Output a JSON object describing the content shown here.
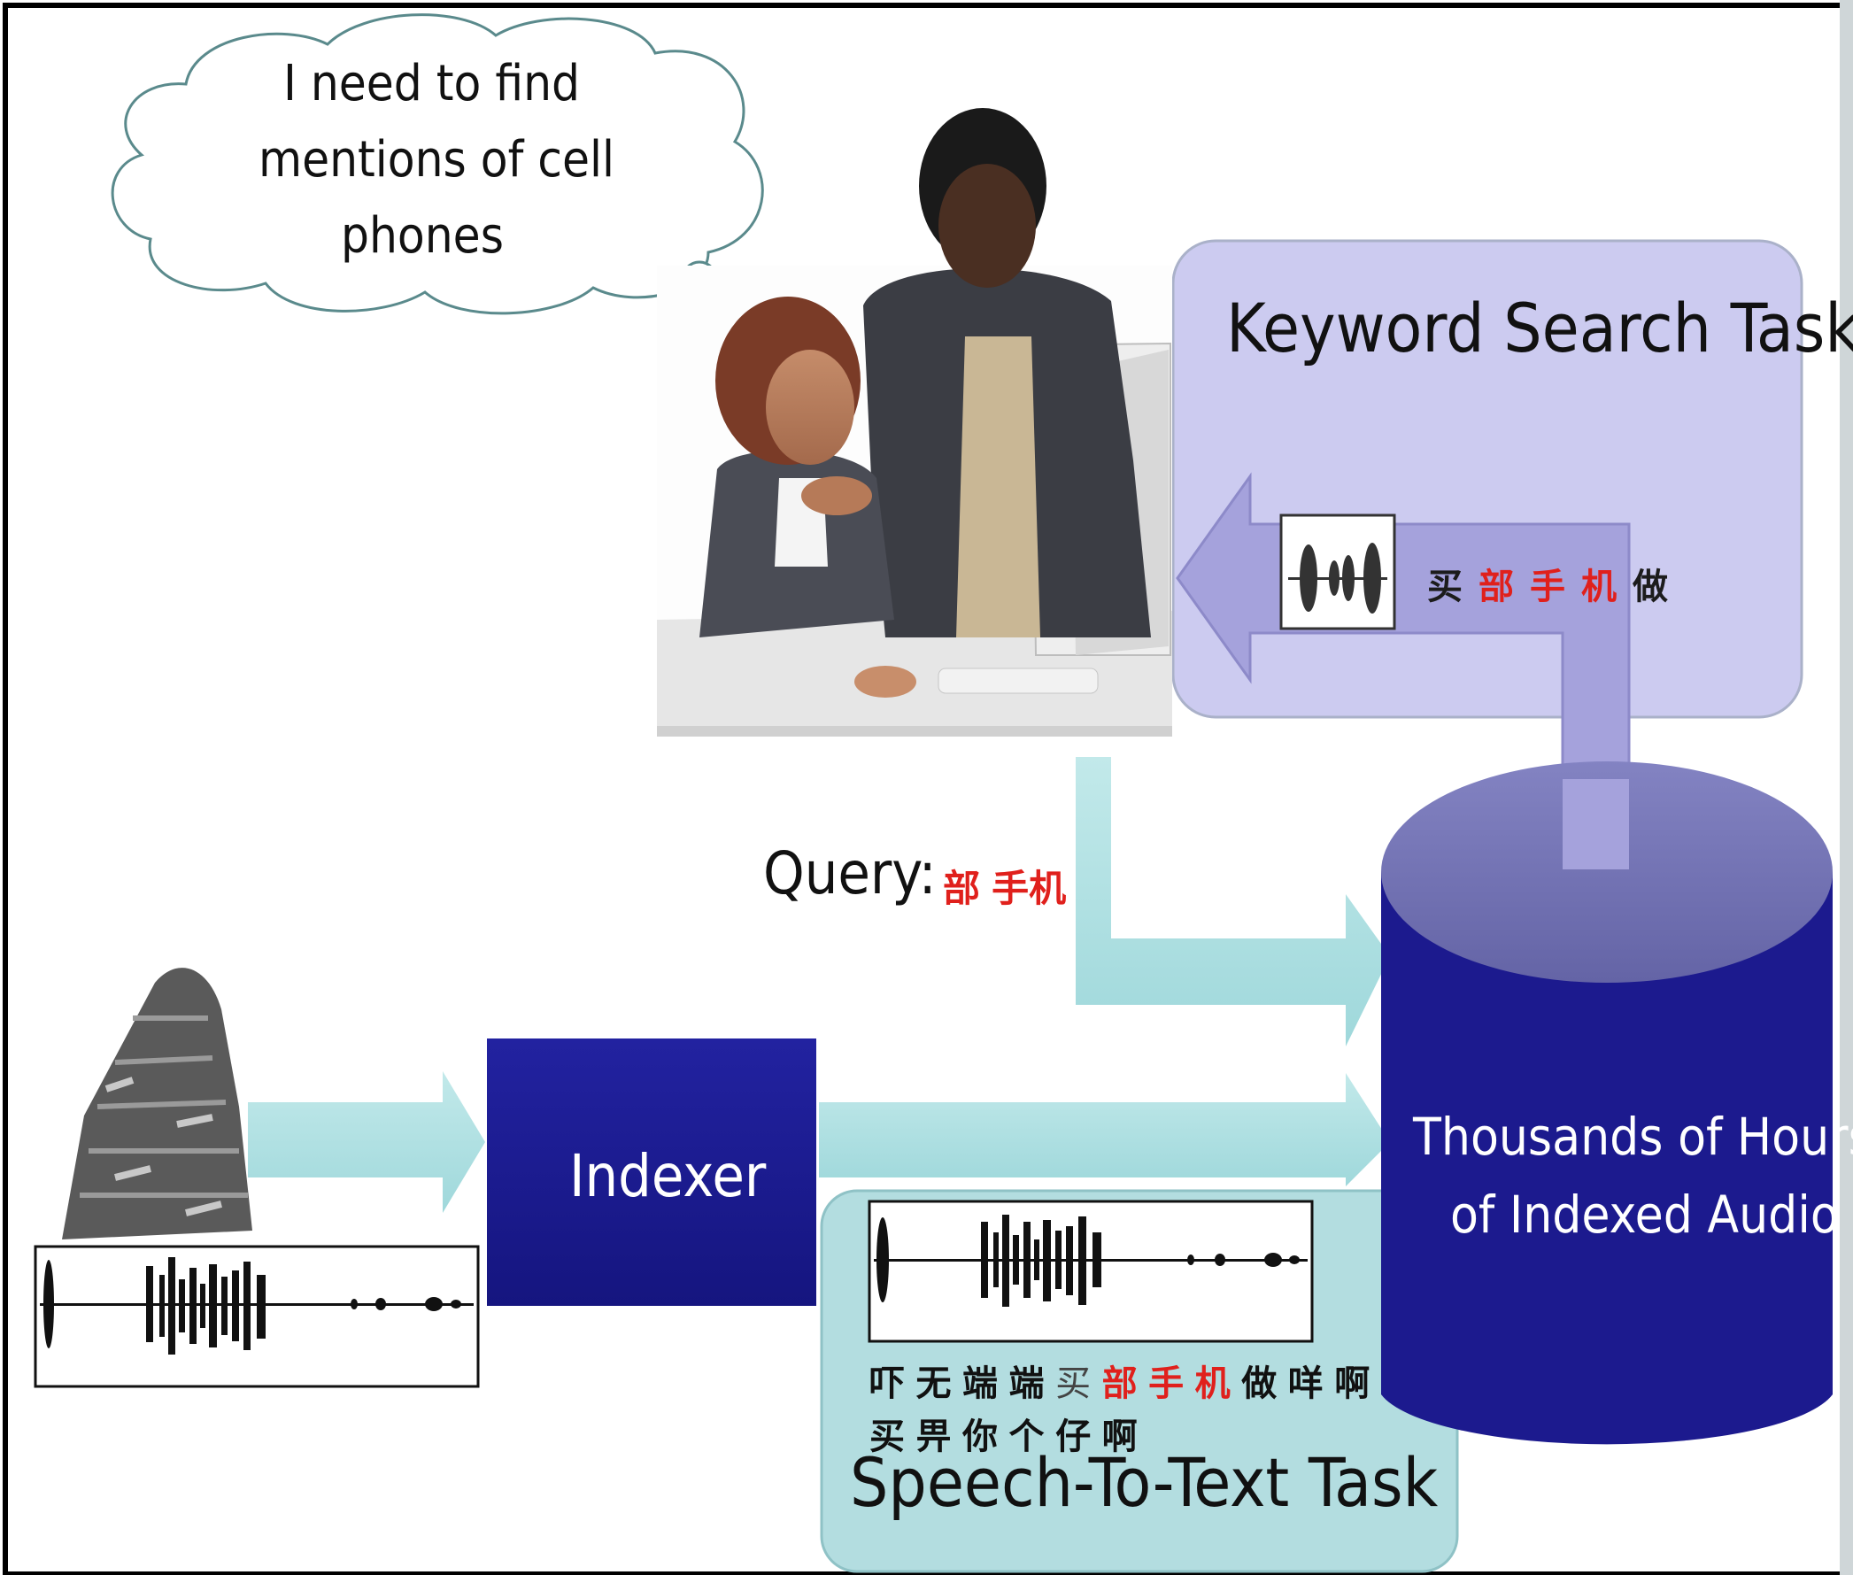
{
  "thought_bubble": {
    "line1": "I need to find",
    "line2": "mentions of cell",
    "line3": "phones"
  },
  "keyword_search": {
    "title": "Keyword Search Task",
    "result_chars": [
      {
        "ch": "买",
        "highlight": false
      },
      {
        "ch": "部",
        "highlight": true
      },
      {
        "ch": "手",
        "highlight": true
      },
      {
        "ch": "机",
        "highlight": true
      },
      {
        "ch": "做",
        "highlight": false
      }
    ]
  },
  "query": {
    "label": "Query:",
    "text": "部 手机"
  },
  "indexer": {
    "label": "Indexer"
  },
  "database": {
    "line1": "Thousands of Hours",
    "line2": "of Indexed Audio"
  },
  "speech_to_text": {
    "title": "Speech-To-Text Task",
    "line1_pre": "吓 无 端 端",
    "line1_mid": "买",
    "line1_hl": "部 手 机",
    "line1_post": "做 咩 啊",
    "line2": "买 畀 你 个 仔 啊"
  },
  "colors": {
    "indexer_fill": "#1a1991",
    "cylinder_body": "#1c1a8e",
    "cylinder_top": "#7373b3",
    "keyword_panel": "#cccbf0",
    "stt_panel": "#b3dde0",
    "arrow_teal": "#ade0e2",
    "arrow_lavender": "#a5a2dc",
    "highlight_red": "#e0201c"
  }
}
